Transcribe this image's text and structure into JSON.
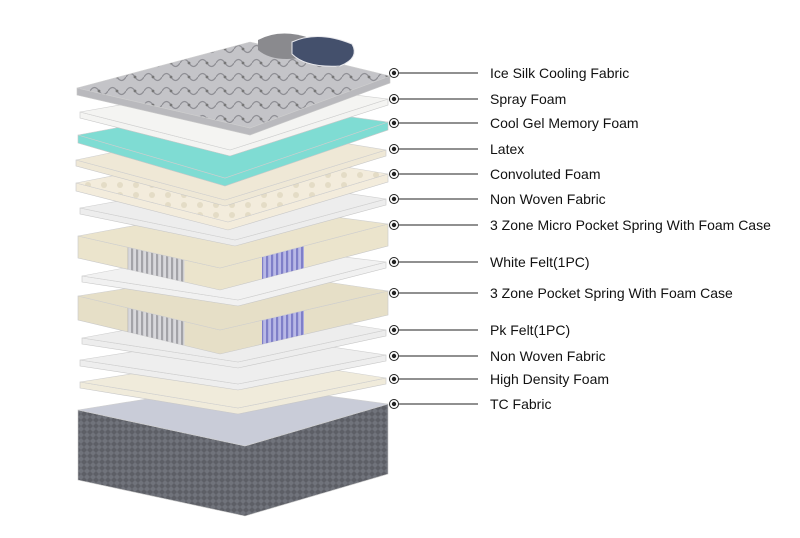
{
  "diagram": {
    "layers": [
      {
        "label": "Ice Silk Cooling Fabric",
        "color": "#b9b9bd"
      },
      {
        "label": "Spray Foam",
        "color": "#f4f4f2"
      },
      {
        "label": "Cool Gel Memory Foam",
        "color": "#7fdcd3"
      },
      {
        "label": "Latex",
        "color": "#efe8d6"
      },
      {
        "label": "Convoluted Foam",
        "color": "#f3ecdc"
      },
      {
        "label": "Non Woven Fabric",
        "color": "#ededed"
      },
      {
        "label": "3 Zone Micro Pocket Spring With Foam Case",
        "color": "#ebe4cc"
      },
      {
        "label": "White Felt(1PC)",
        "color": "#f1f1f1"
      },
      {
        "label": "3 Zone Pocket Spring With Foam Case",
        "color": "#e6dfc7"
      },
      {
        "label": "Pk Felt(1PC)",
        "color": "#ededed"
      },
      {
        "label": "Non Woven Fabric",
        "color": "#eeeeee"
      },
      {
        "label": "High Density Foam",
        "color": "#f0ebdb"
      },
      {
        "label": "TC Fabric",
        "color": "#5d5f66"
      }
    ],
    "colors": {
      "line": "#222222",
      "spring": "#a3a3a8",
      "spring_zone": "#7f7fc8",
      "quilt": "#8f8f95",
      "pillow": "#44506c"
    }
  }
}
